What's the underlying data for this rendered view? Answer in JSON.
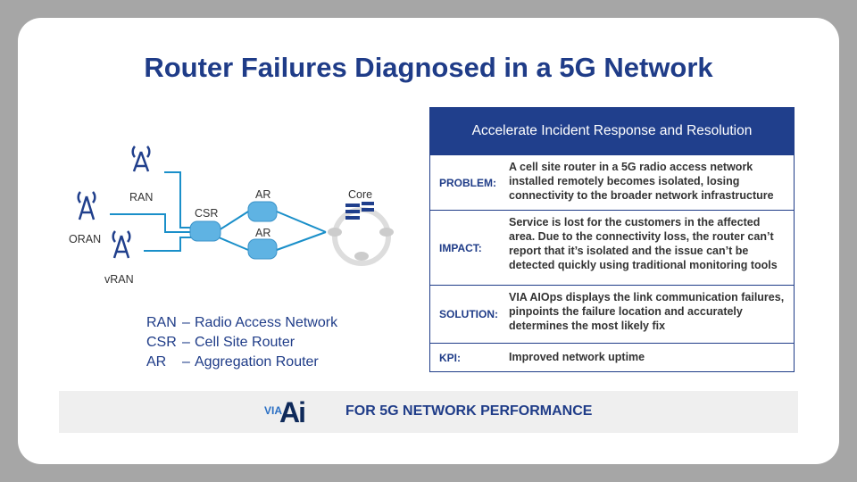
{
  "title": "Router Failures Diagnosed in a 5G Network",
  "diagram": {
    "labels": {
      "ran": "RAN",
      "oran": "ORAN",
      "vran": "vRAN",
      "csr": "CSR",
      "ar1": "AR",
      "ar2": "AR",
      "core": "Core"
    }
  },
  "legend": [
    {
      "abbr": "RAN",
      "sep": "–",
      "full": "Radio Access Network"
    },
    {
      "abbr": "CSR",
      "sep": "–",
      "full": "Cell Site Router"
    },
    {
      "abbr": "AR",
      "sep": "–",
      "full": "Aggregation Router"
    }
  ],
  "table": {
    "header": "Accelerate Incident Response and Resolution",
    "rows": [
      {
        "key": "PROBLEM:",
        "value": "A cell site router in a 5G radio access network installed remotely becomes isolated, losing connectivity to the broader network infrastructure"
      },
      {
        "key": "IMPACT:",
        "value": "Service is lost for the customers in the affected area. Due to the connectivity loss, the router can’t report that it’s isolated and the issue can’t be detected quickly using traditional monitoring tools"
      },
      {
        "key": "SOLUTION:",
        "value": "VIA AIOps displays the link communication failures, pinpoints the failure location and accurately determines the most likely fix"
      },
      {
        "key": "KPI:",
        "value": "Improved network uptime"
      }
    ]
  },
  "footer": {
    "logo_via": "VIA",
    "logo_ai": "Ai",
    "text": "FOR 5G NETWORK PERFORMANCE"
  },
  "colors": {
    "brand": "#1f3c88",
    "header": "#203f8c",
    "link": "#1a8fc9"
  }
}
